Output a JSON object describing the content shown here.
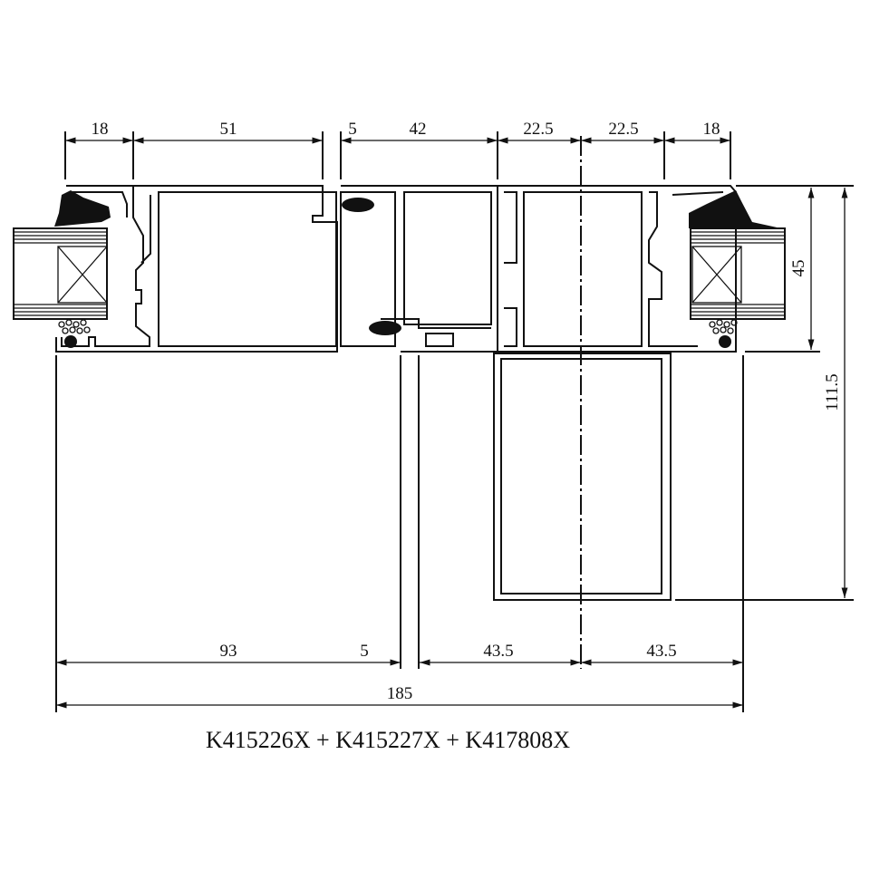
{
  "drawing": {
    "title": "K415226X + K415227X + K417808X",
    "top_dimensions": [
      "18",
      "51",
      "5",
      "42",
      "22.5",
      "22.5",
      "18"
    ],
    "right_dimensions": {
      "frame_depth": "45",
      "total_depth": "111.5"
    },
    "bottom_dimensions": [
      "93",
      "5",
      "43.5",
      "43.5"
    ],
    "overall_width": "185"
  }
}
